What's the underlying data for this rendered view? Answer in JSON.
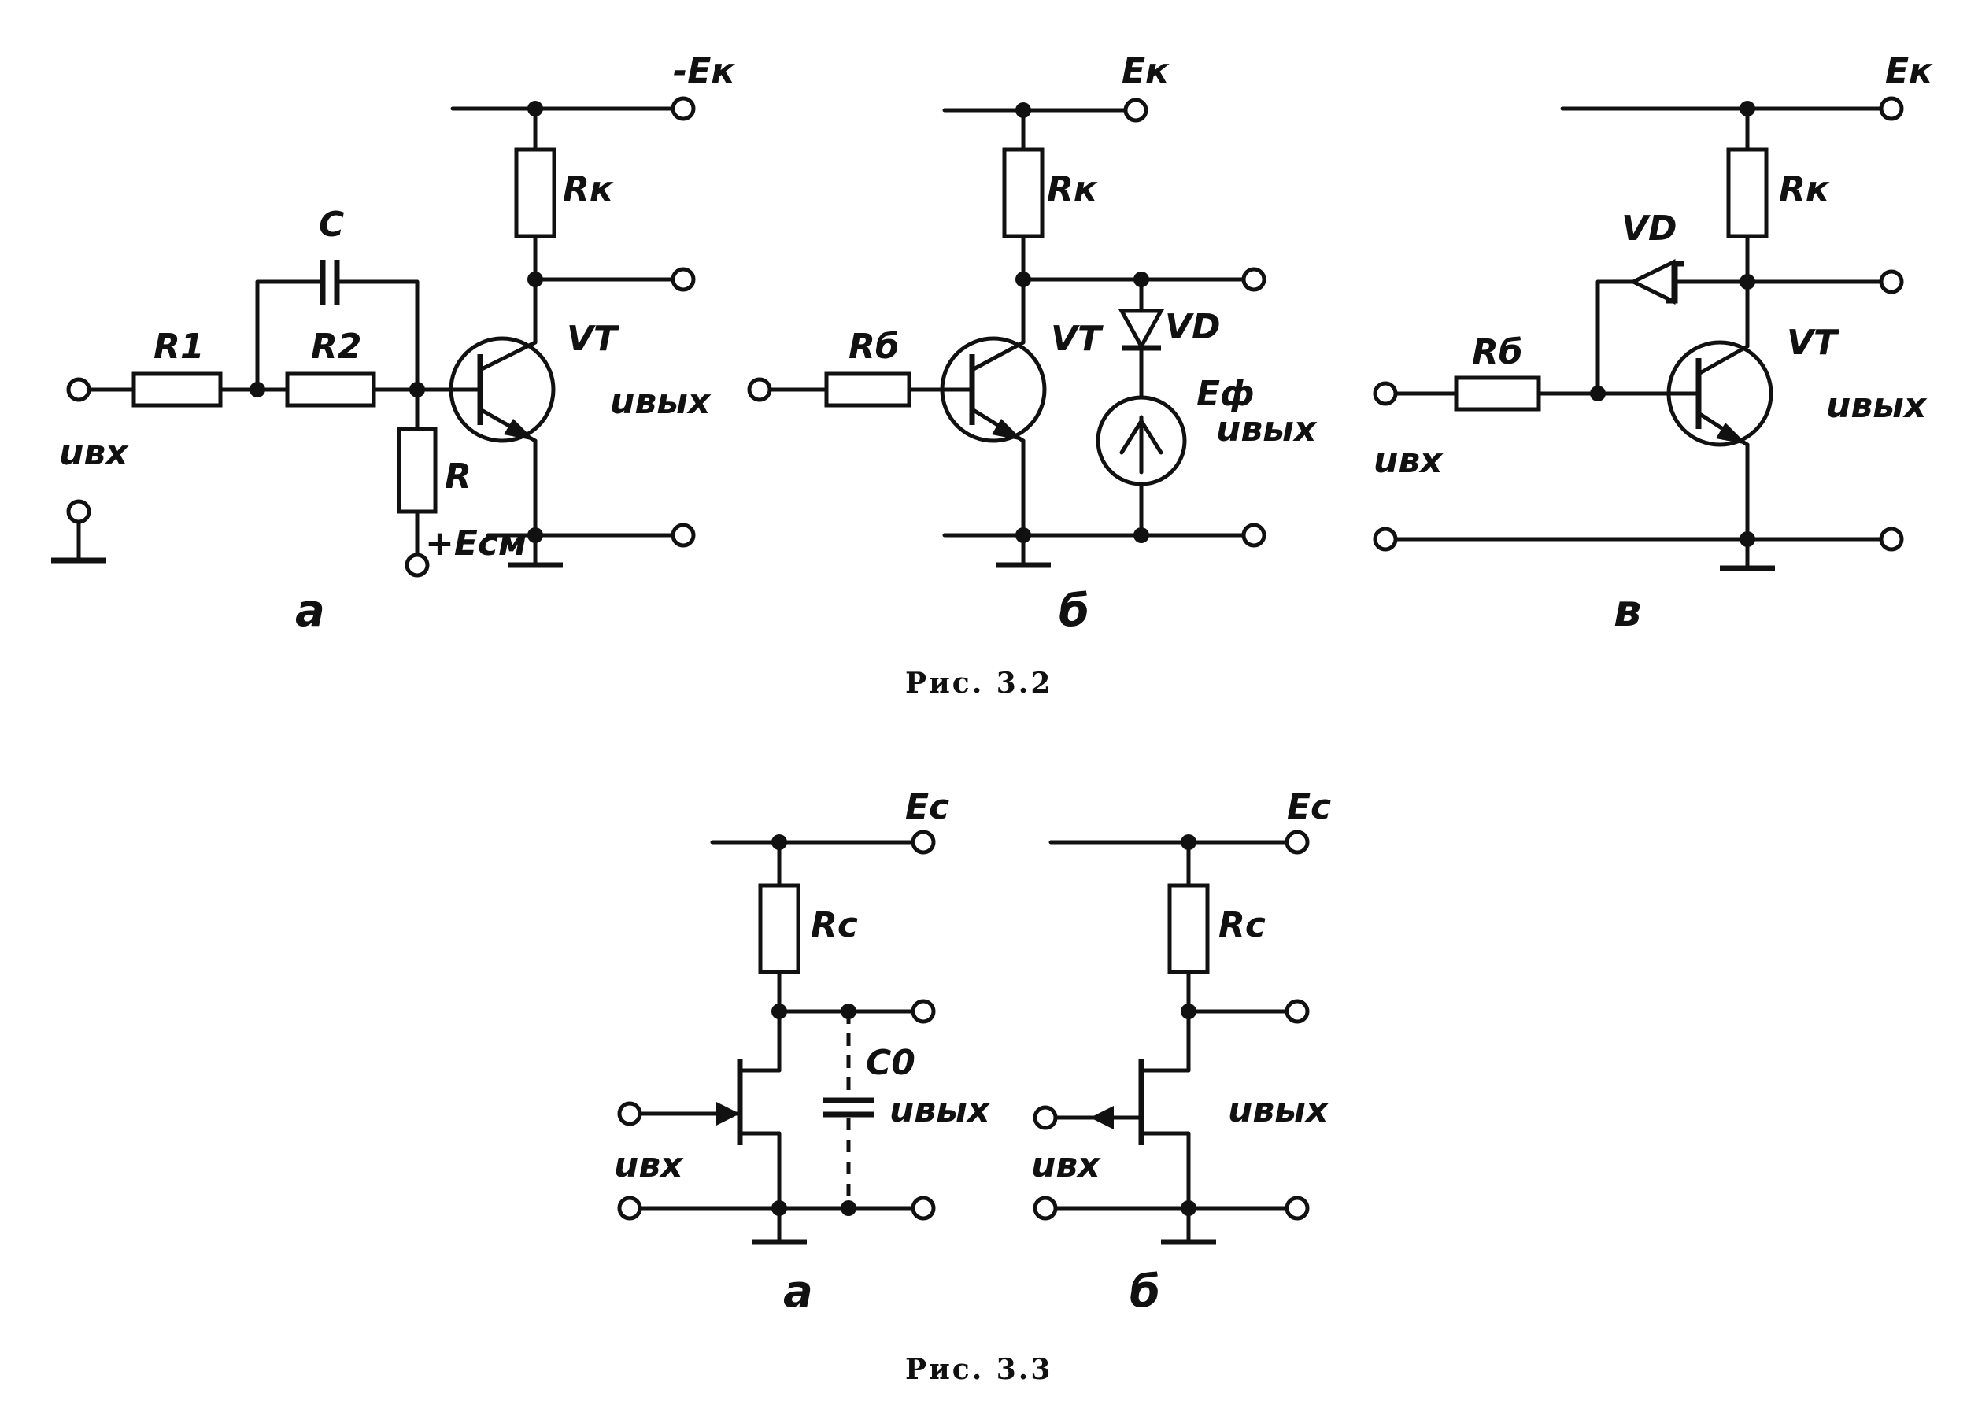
{
  "figure_3_2": {
    "caption": "Рис. 3.2",
    "a": {
      "sublabel": "а",
      "supply": "-Eк",
      "rk": "Rк",
      "c": "C",
      "r1": "R1",
      "r2": "R2",
      "r": "R",
      "vt": "VT",
      "uin": "uвх",
      "uout": "uвых",
      "bias": "+Eсм"
    },
    "b": {
      "sublabel": "б",
      "supply": "Eк",
      "rk": "Rк",
      "rb": "Rб",
      "vt": "VT",
      "vd": "VD",
      "ef": "Eф",
      "uout": "uвых"
    },
    "v": {
      "sublabel": "в",
      "supply": "Eк",
      "rk": "Rк",
      "rb": "Rб",
      "vt": "VT",
      "vd": "VD",
      "uin": "uвх",
      "uout": "uвых"
    }
  },
  "figure_3_3": {
    "caption": "Рис. 3.3",
    "a": {
      "sublabel": "а",
      "supply": "Eс",
      "rc": "Rс",
      "c0": "C0",
      "uin": "uвх",
      "uout": "uвых"
    },
    "b": {
      "sublabel": "б",
      "supply": "Eс",
      "rc": "Rс",
      "uin": "uвх",
      "uout": "uвых"
    }
  }
}
